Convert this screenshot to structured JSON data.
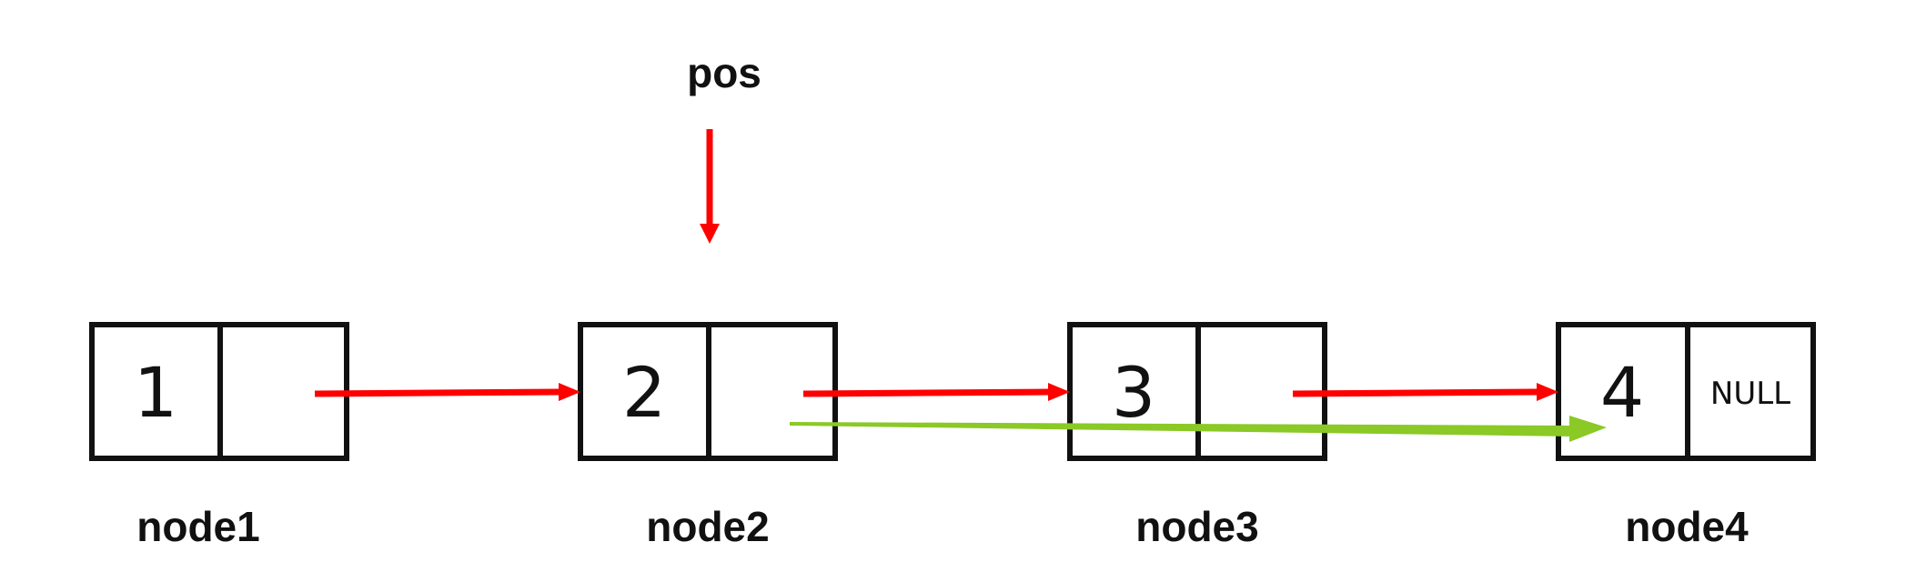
{
  "pointer": {
    "label": "pos",
    "target": "node2"
  },
  "nodes": [
    {
      "id": "node1",
      "label": "node1",
      "value": "1",
      "next": ""
    },
    {
      "id": "node2",
      "label": "node2",
      "value": "2",
      "next": ""
    },
    {
      "id": "node3",
      "label": "node3",
      "value": "3",
      "next": ""
    },
    {
      "id": "node4",
      "label": "node4",
      "value": "4",
      "next": "NULL"
    }
  ],
  "links": [
    {
      "from": "node1",
      "to": "node2",
      "color": "#ff0000"
    },
    {
      "from": "node2",
      "to": "node3",
      "color": "#ff0000"
    },
    {
      "from": "node3",
      "to": "node4",
      "color": "#ff0000"
    },
    {
      "from": "node2",
      "to": "node4",
      "color": "#8ac926"
    }
  ],
  "colors": {
    "box_stroke": "#111111",
    "red_arrow": "#ff0000",
    "green_arrow": "#8ac926"
  }
}
